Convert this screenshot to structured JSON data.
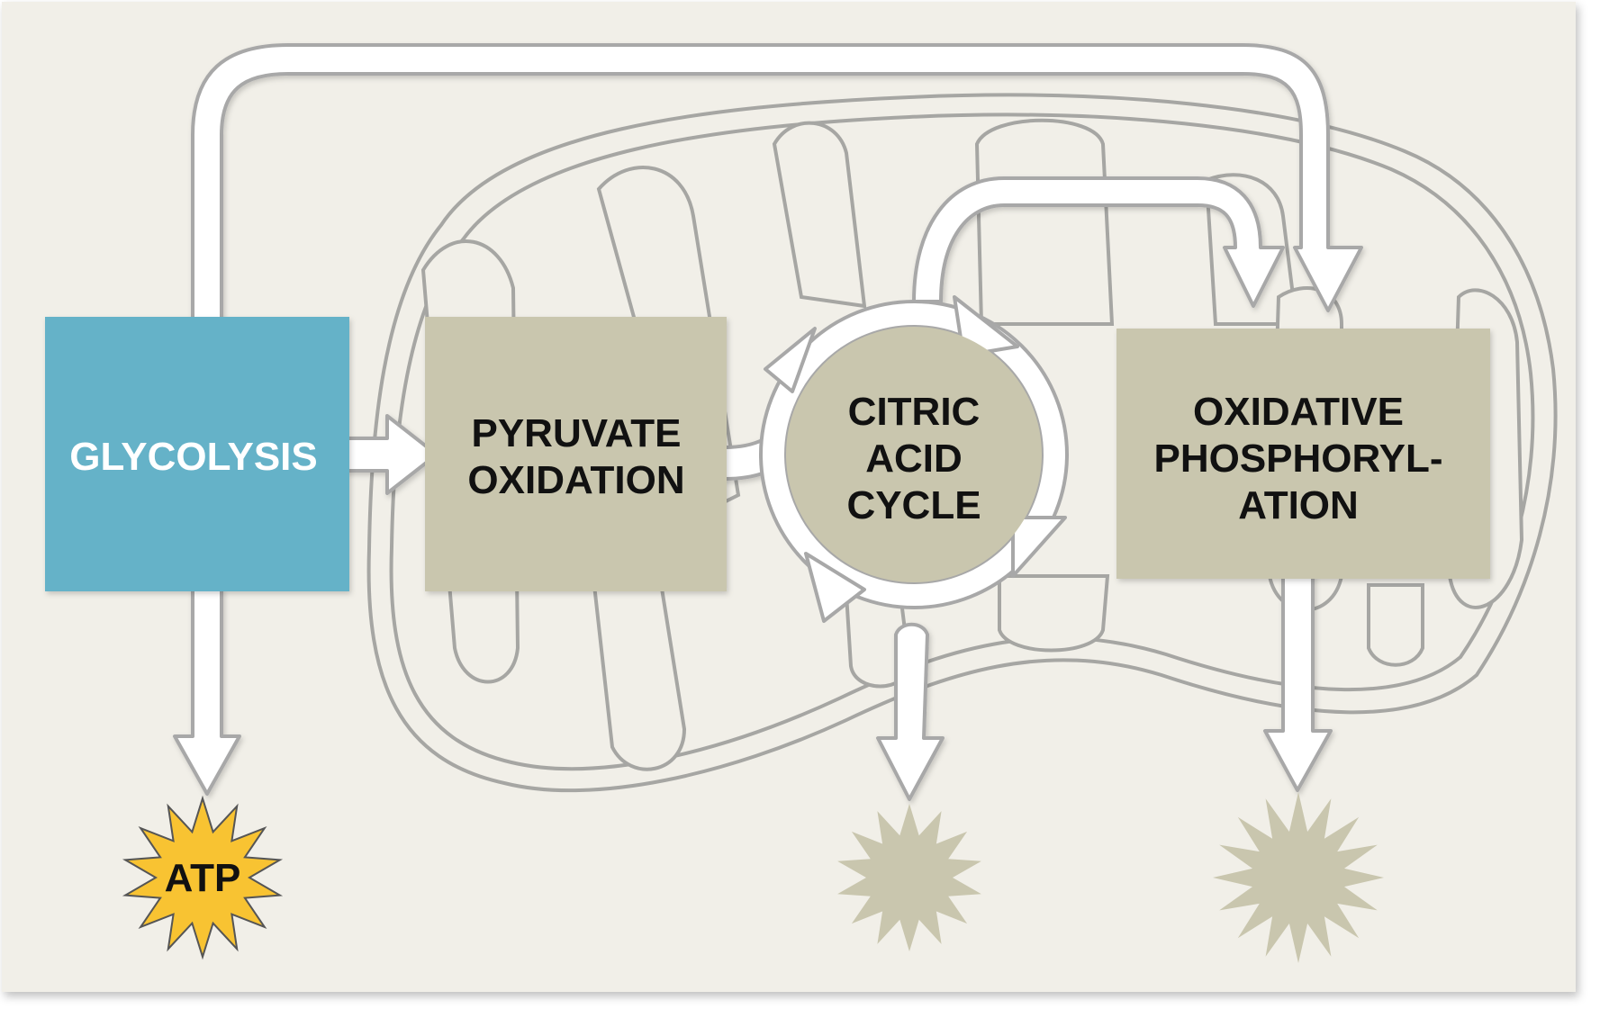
{
  "stages": {
    "glycolysis": {
      "line1": "GLYCOLYSIS"
    },
    "pyruvate": {
      "line1": "PYRUVATE",
      "line2": "OXIDATION"
    },
    "citric": {
      "line1": "CITRIC",
      "line2": "ACID",
      "line3": "CYCLE"
    },
    "oxphos": {
      "line1": "OXIDATIVE",
      "line2": "PHOSPHORYL-",
      "line3": "ATION"
    }
  },
  "products": {
    "atp_label": "ATP"
  },
  "colors": {
    "background": "#f1efe8",
    "glycolysis": "#65b2c8",
    "mito_stage": "#c9c6ae",
    "atp_burst": "#f8c332",
    "inactive_burst": "#c9c6ae",
    "arrow_fill": "#ffffff",
    "arrow_stroke": "#a8a8a8",
    "membrane": "#a6a6a3"
  },
  "icons": {
    "atp_burst": "starburst-icon",
    "product_burst": "starburst-icon"
  }
}
